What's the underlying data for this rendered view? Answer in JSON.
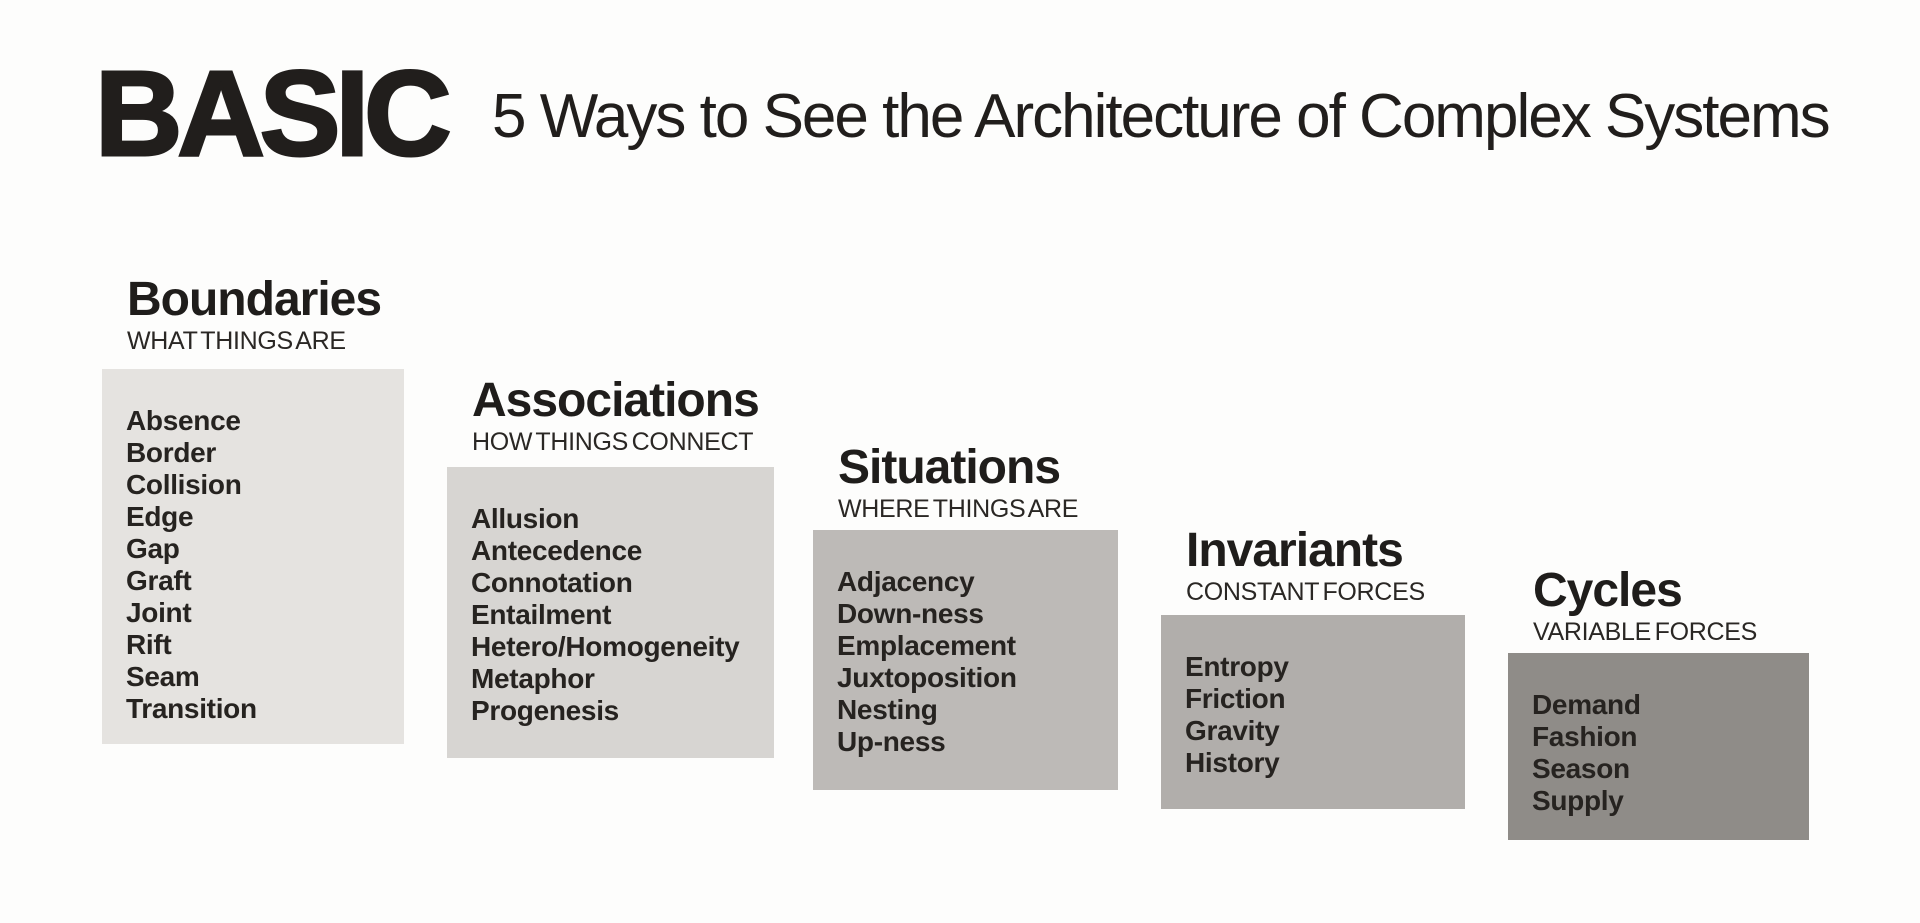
{
  "header": {
    "logo": "BASIC",
    "title": "5 Ways to See the Architecture of Complex Systems"
  },
  "columns": [
    {
      "id": "boundaries",
      "heading": "Boundaries",
      "subtitle": "WHAT THINGS ARE",
      "box_color": "#e5e3e0",
      "items": [
        "Absence",
        "Border",
        "Collision",
        "Edge",
        "Gap",
        "Graft",
        "Joint",
        "Rift",
        "Seam",
        "Transition"
      ]
    },
    {
      "id": "associations",
      "heading": "Associations",
      "subtitle": "HOW THINGS CONNECT",
      "box_color": "#d7d5d2",
      "items": [
        "Allusion",
        "Antecedence",
        "Connotation",
        "Entailment",
        "Hetero/Homogeneity",
        "Metaphor",
        "Progenesis"
      ]
    },
    {
      "id": "situations",
      "heading": "Situations",
      "subtitle": "WHERE THINGS ARE",
      "box_color": "#bdbab7",
      "items": [
        "Adjacency",
        "Down-ness",
        "Emplacement",
        "Juxtoposition",
        "Nesting",
        "Up-ness"
      ]
    },
    {
      "id": "invariants",
      "heading": "Invariants",
      "subtitle": "CONSTANT FORCES",
      "box_color": "#b1aeab",
      "items": [
        "Entropy",
        "Friction",
        "Gravity",
        "History"
      ]
    },
    {
      "id": "cycles",
      "heading": "Cycles",
      "subtitle": "VARIABLE FORCES",
      "box_color": "#8f8c88",
      "items": [
        "Demand",
        "Fashion",
        "Season",
        "Supply"
      ]
    }
  ],
  "colors": {
    "background": "#fdfdfc",
    "text": "#211e1c"
  }
}
